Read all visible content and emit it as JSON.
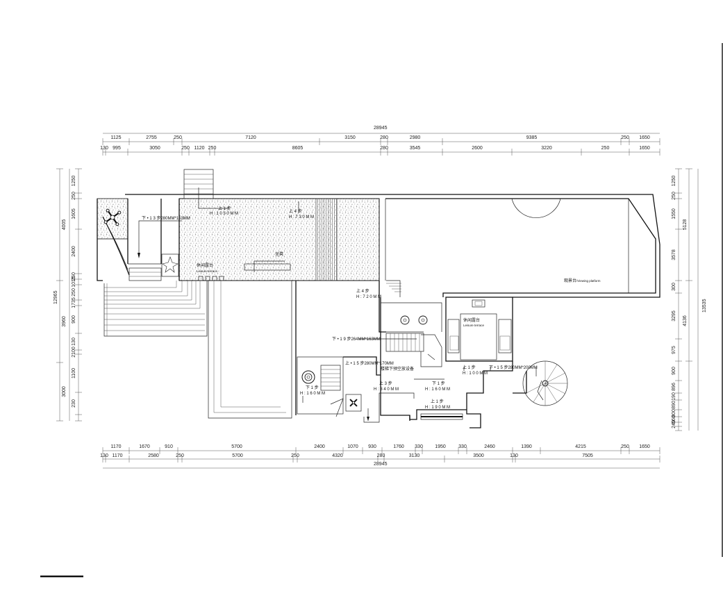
{
  "dimensions": {
    "top_total": "28945",
    "top_row1": [
      "1125",
      "2755",
      "250",
      "7120",
      "3150",
      "280",
      "2980",
      "9385",
      "250",
      "1650"
    ],
    "top_row2": [
      "130",
      "995",
      "3050",
      "250",
      "1120",
      "250",
      "8605",
      "280",
      "3545",
      "2600",
      "3220",
      "250",
      "1650"
    ],
    "bottom_row1": [
      "1170",
      "1670",
      "910",
      "5700",
      "2400",
      "1070",
      "930",
      "1760",
      "330",
      "1950",
      "330",
      "2460",
      "1390",
      "4215",
      "250",
      "1650"
    ],
    "bottom_row2": [
      "130",
      "1170",
      "2580",
      "250",
      "5700",
      "250",
      "4320",
      "280",
      "3130",
      "3500",
      "130",
      "7505"
    ],
    "bottom_total": "28945",
    "left_outer": [
      "4005",
      "3960",
      "3000"
    ],
    "left_total": "12965",
    "left_inner": [
      "1250",
      "250",
      "1605",
      "2400",
      "250",
      "1015",
      "250",
      "1735",
      "900",
      "130",
      "2100",
      "1100",
      "230"
    ],
    "right_inner": [
      "1250",
      "250",
      "1550",
      "3578",
      "300",
      "3295",
      "975",
      "900",
      "896",
      "190",
      "890",
      "800",
      "560",
      "240"
    ],
    "right_outer": [
      "5128",
      "4136"
    ],
    "right_total": "13535"
  },
  "labels": {
    "down13": "下 • 1 3  步280MM*153MM",
    "up1_a": "上 1  步",
    "h1030": "H : 1 0 3 0 M M",
    "up4": "上 4  步",
    "h730": "H : 7 3 0 M M",
    "leisure1_cn": "休闲露台",
    "leisure1_en": "Leisure terrace",
    "seat": "坐凳",
    "viewing_cn": "观景台",
    "viewing_en": "Viewing platform",
    "up4b": "上 4  步",
    "h720": "H : 7 2 0 M M",
    "down19": "下 • 1 9  步264MM*163MM",
    "leisure2_cn": "休闲露台",
    "leisure2_en": "Leisure terrace",
    "up15a": "上 • 1 5  步280MM*170MM",
    "under_stair": "楼梯下预空放设备",
    "up1b": "上 1  步",
    "h100": "H : 1 0 0 M M",
    "down15": "下 • 1 5  步280MM*200MM",
    "down1a": "下 1  步",
    "h160a": "H : 1 6 0 M M",
    "up3": "上 3  步",
    "h340": "H : 3 4 0 M M",
    "down1b": "下 1  步",
    "h160b": "H : 1 6 0 M M",
    "up1c": "上 1  步",
    "h190": "H : 1 9 0 M M"
  }
}
